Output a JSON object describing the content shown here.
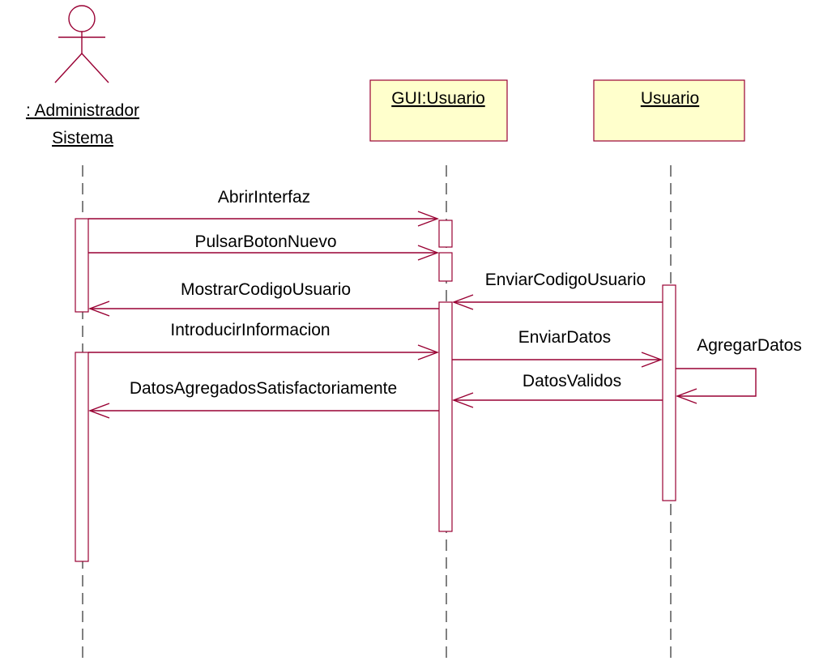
{
  "actors": [
    {
      "line1": ": Administrador",
      "line2": "Sistema"
    }
  ],
  "objects": [
    {
      "name": "GUI:Usuario"
    },
    {
      "name": "Usuario"
    }
  ],
  "messages": {
    "m1": "AbrirInterfaz",
    "m2": "PulsarBotonNuevo",
    "m3": "EnviarCodigoUsuario",
    "m4": "MostrarCodigoUsuario",
    "m5": "IntroducirInformacion",
    "m6": "EnviarDatos",
    "m7": "AgregarDatos",
    "m8": "DatosValidos",
    "m9": "DatosAgregadosSatisfactoriamente"
  },
  "colors": {
    "line": "#990033",
    "object_fill": "#ffffcc"
  }
}
